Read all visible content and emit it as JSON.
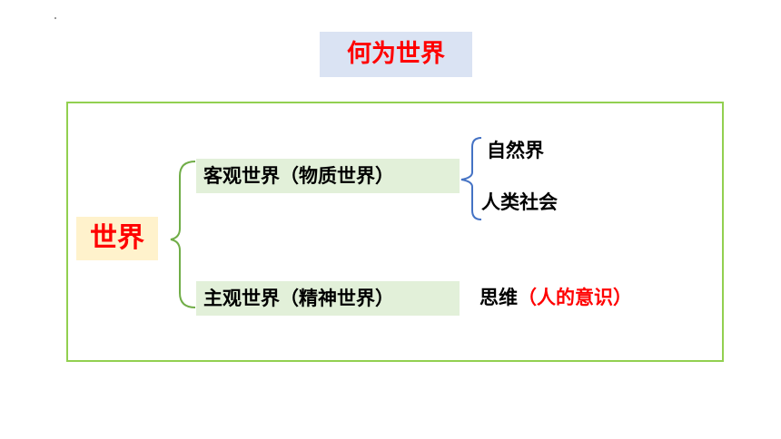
{
  "title": "何为世界",
  "root": {
    "label": "世界"
  },
  "branches": [
    {
      "label": "客观世界（物质世界）",
      "children": [
        "自然界",
        "人类社会"
      ]
    },
    {
      "label": "主观世界（精神世界）",
      "children": [
        {
          "text": "思维",
          "accent": "（人的意识）"
        }
      ]
    }
  ],
  "colors": {
    "title_bg": "#dae3f3",
    "title_text": "#ff0000",
    "frame_border": "#92d050",
    "root_bg": "#fff2cc",
    "root_text": "#ff0000",
    "node_bg": "#e2f0d9",
    "brace_green": "#70ad47",
    "brace_blue": "#4472c4",
    "accent": "#ff0000"
  }
}
